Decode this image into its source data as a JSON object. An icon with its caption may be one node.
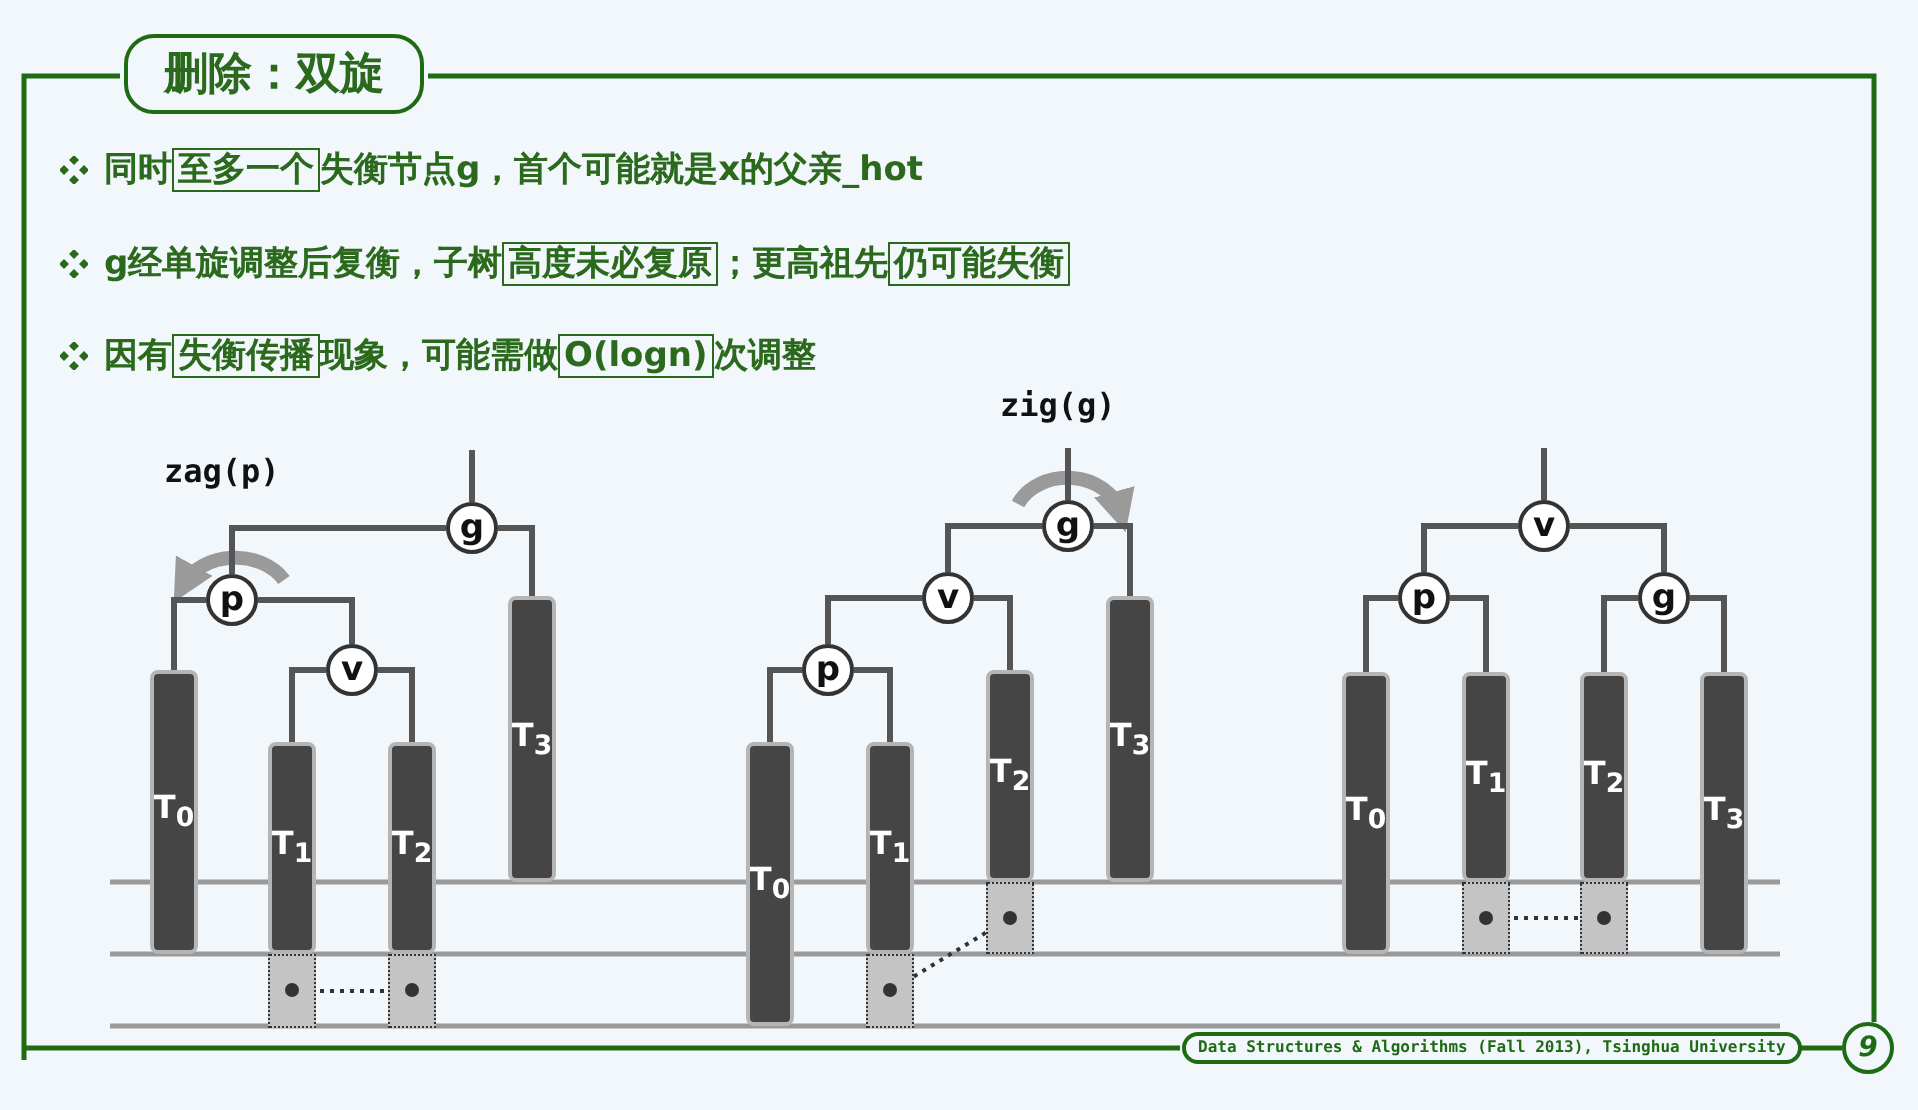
{
  "diagram": {
    "nodes": [
      {
        "text": [
          "删除：双旋"
        ]
      },
      {
        "text": [
          "g"
        ]
      },
      {
        "text": [
          "p"
        ]
      },
      {
        "text": [
          "v"
        ]
      },
      {
        "text": [
          "T$_{0}$"
        ]
      },
      {
        "text": [
          "T$_{1}$"
        ]
      },
      {
        "text": [
          "T$_{2}$"
        ]
      },
      {
        "text": [
          "T$_{3}$"
        ]
      },
      {
        "text": [],
        "shape": "box"
      },
      {
        "text": [],
        "shape": "box"
      },
      {
        "text": [
          "g"
        ]
      },
      {
        "text": [
          "v"
        ]
      },
      {
        "text": [
          "p"
        ]
      },
      {
        "text": [
          "T$_{0}$"
        ]
      },
      {
        "text": [
          "T$_{1}$"
        ]
      },
      {
        "text": [
          "T$_{2}$"
        ]
      },
      {
        "text": [
          "T$_{3}$"
        ]
      },
      {
        "text": [],
        "shape": "box"
      },
      {
        "text": [],
        "shape": "box"
      },
      {
        "text": [
          "v"
        ]
      },
      {
        "text": [
          "p"
        ]
      },
      {
        "text": [
          "g"
        ]
      },
      {
        "text": [
          "T$_{0}$"
        ]
      },
      {
        "text": [
          "T$_{1}$"
        ]
      },
      {
        "text": [
          "T$_{2}$"
        ]
      },
      {
        "text": [
          "T$_{3}$"
        ]
      },
      {
        "text": [],
        "shape": "box"
      },
      {
        "text": [],
        "shape": "box"
      }
    ],
    "edges": [
      {
        "from": null,
        "to": 1,
        "arrow": "none"
      },
      {
        "from": 1,
        "to": 2,
        "arrow": "none"
      },
      {
        "from": 1,
        "to": 7,
        "arrow": "none"
      },
      {
        "from": 2,
        "to": 4,
        "arrow": "none"
      },
      {
        "from": 2,
        "to": 3,
        "arrow": "none"
      },
      {
        "from": 3,
        "to": 5,
        "arrow": "none"
      },
      {
        "from": 3,
        "to": 6,
        "arrow": "none"
      },
      {
        "from": 8,
        "to": 9,
        "arrow": "none",
        "style": "dashed"
      },
      {
        "from": null,
        "to": 10,
        "arrow": "none"
      },
      {
        "from": 10,
        "to": 11,
        "arrow": "none"
      },
      {
        "from": 10,
        "to": 16,
        "arrow": "none"
      },
      {
        "from": 11,
        "to": 12,
        "arrow": "none"
      },
      {
        "from": 11,
        "to": 15,
        "arrow": "none"
      },
      {
        "from": 12,
        "to": 13,
        "arrow": "none"
      },
      {
        "from": 12,
        "to": 14,
        "arrow": "none"
      },
      {
        "from": 17,
        "to": 18,
        "arrow": "none",
        "style": "dashed"
      },
      {
        "from": null,
        "to": 19,
        "arrow": "none"
      },
      {
        "from": 19,
        "to": 20,
        "arrow": "none"
      },
      {
        "from": 19,
        "to": 21,
        "arrow": "none"
      },
      {
        "from": 20,
        "to": 22,
        "arrow": "none"
      },
      {
        "from": 20,
        "to": 23,
        "arrow": "none"
      },
      {
        "from": 21,
        "to": 24,
        "arrow": "none"
      },
      {
        "from": 21,
        "to": 25,
        "arrow": "none"
      },
      {
        "from": 26,
        "to": 27,
        "arrow": "none",
        "style": "dashed"
      }
    ],
    "labels": [
      "同时**至多一个**失衡节点g，首个可能就是x的父亲_hot",
      "g经单旋调整后复衡，子树**高度未必复原**；更高祖先**仍可能失衡**",
      "因有**失衡传播**现象，可能需做**O(logn)**次调整",
      "zag(p)",
      "zig(g)",
      "Data Structures & Algorithms (Fall 2013), Tsinghua University",
      "9"
    ]
  }
}
